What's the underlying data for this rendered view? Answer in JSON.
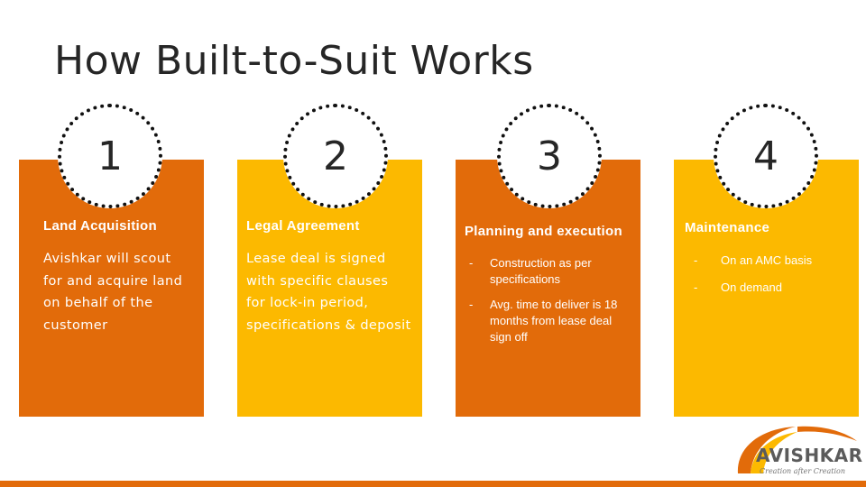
{
  "title": "How Built-to-Suit Works",
  "colors": {
    "orange": "#e26b0a",
    "yellow": "#fcb900",
    "text": "#262626"
  },
  "steps": [
    {
      "number": "1",
      "heading": "Land Acquisition",
      "body": "Avishkar will scout for and acquire land on behalf of the customer"
    },
    {
      "number": "2",
      "heading": "Legal Agreement",
      "body": "Lease deal is signed with specific clauses for lock-in period, specifications & deposit"
    },
    {
      "number": "3",
      "heading": "Planning and execution",
      "bullets": [
        "Construction as per specifications",
        "Avg. time to deliver is 18 months from lease deal sign off"
      ]
    },
    {
      "number": "4",
      "heading": "Maintenance",
      "bullets": [
        "On an AMC basis",
        "On demand"
      ]
    }
  ],
  "logo": {
    "name": "AVISHKAR",
    "tagline": "Creation after Creation"
  }
}
